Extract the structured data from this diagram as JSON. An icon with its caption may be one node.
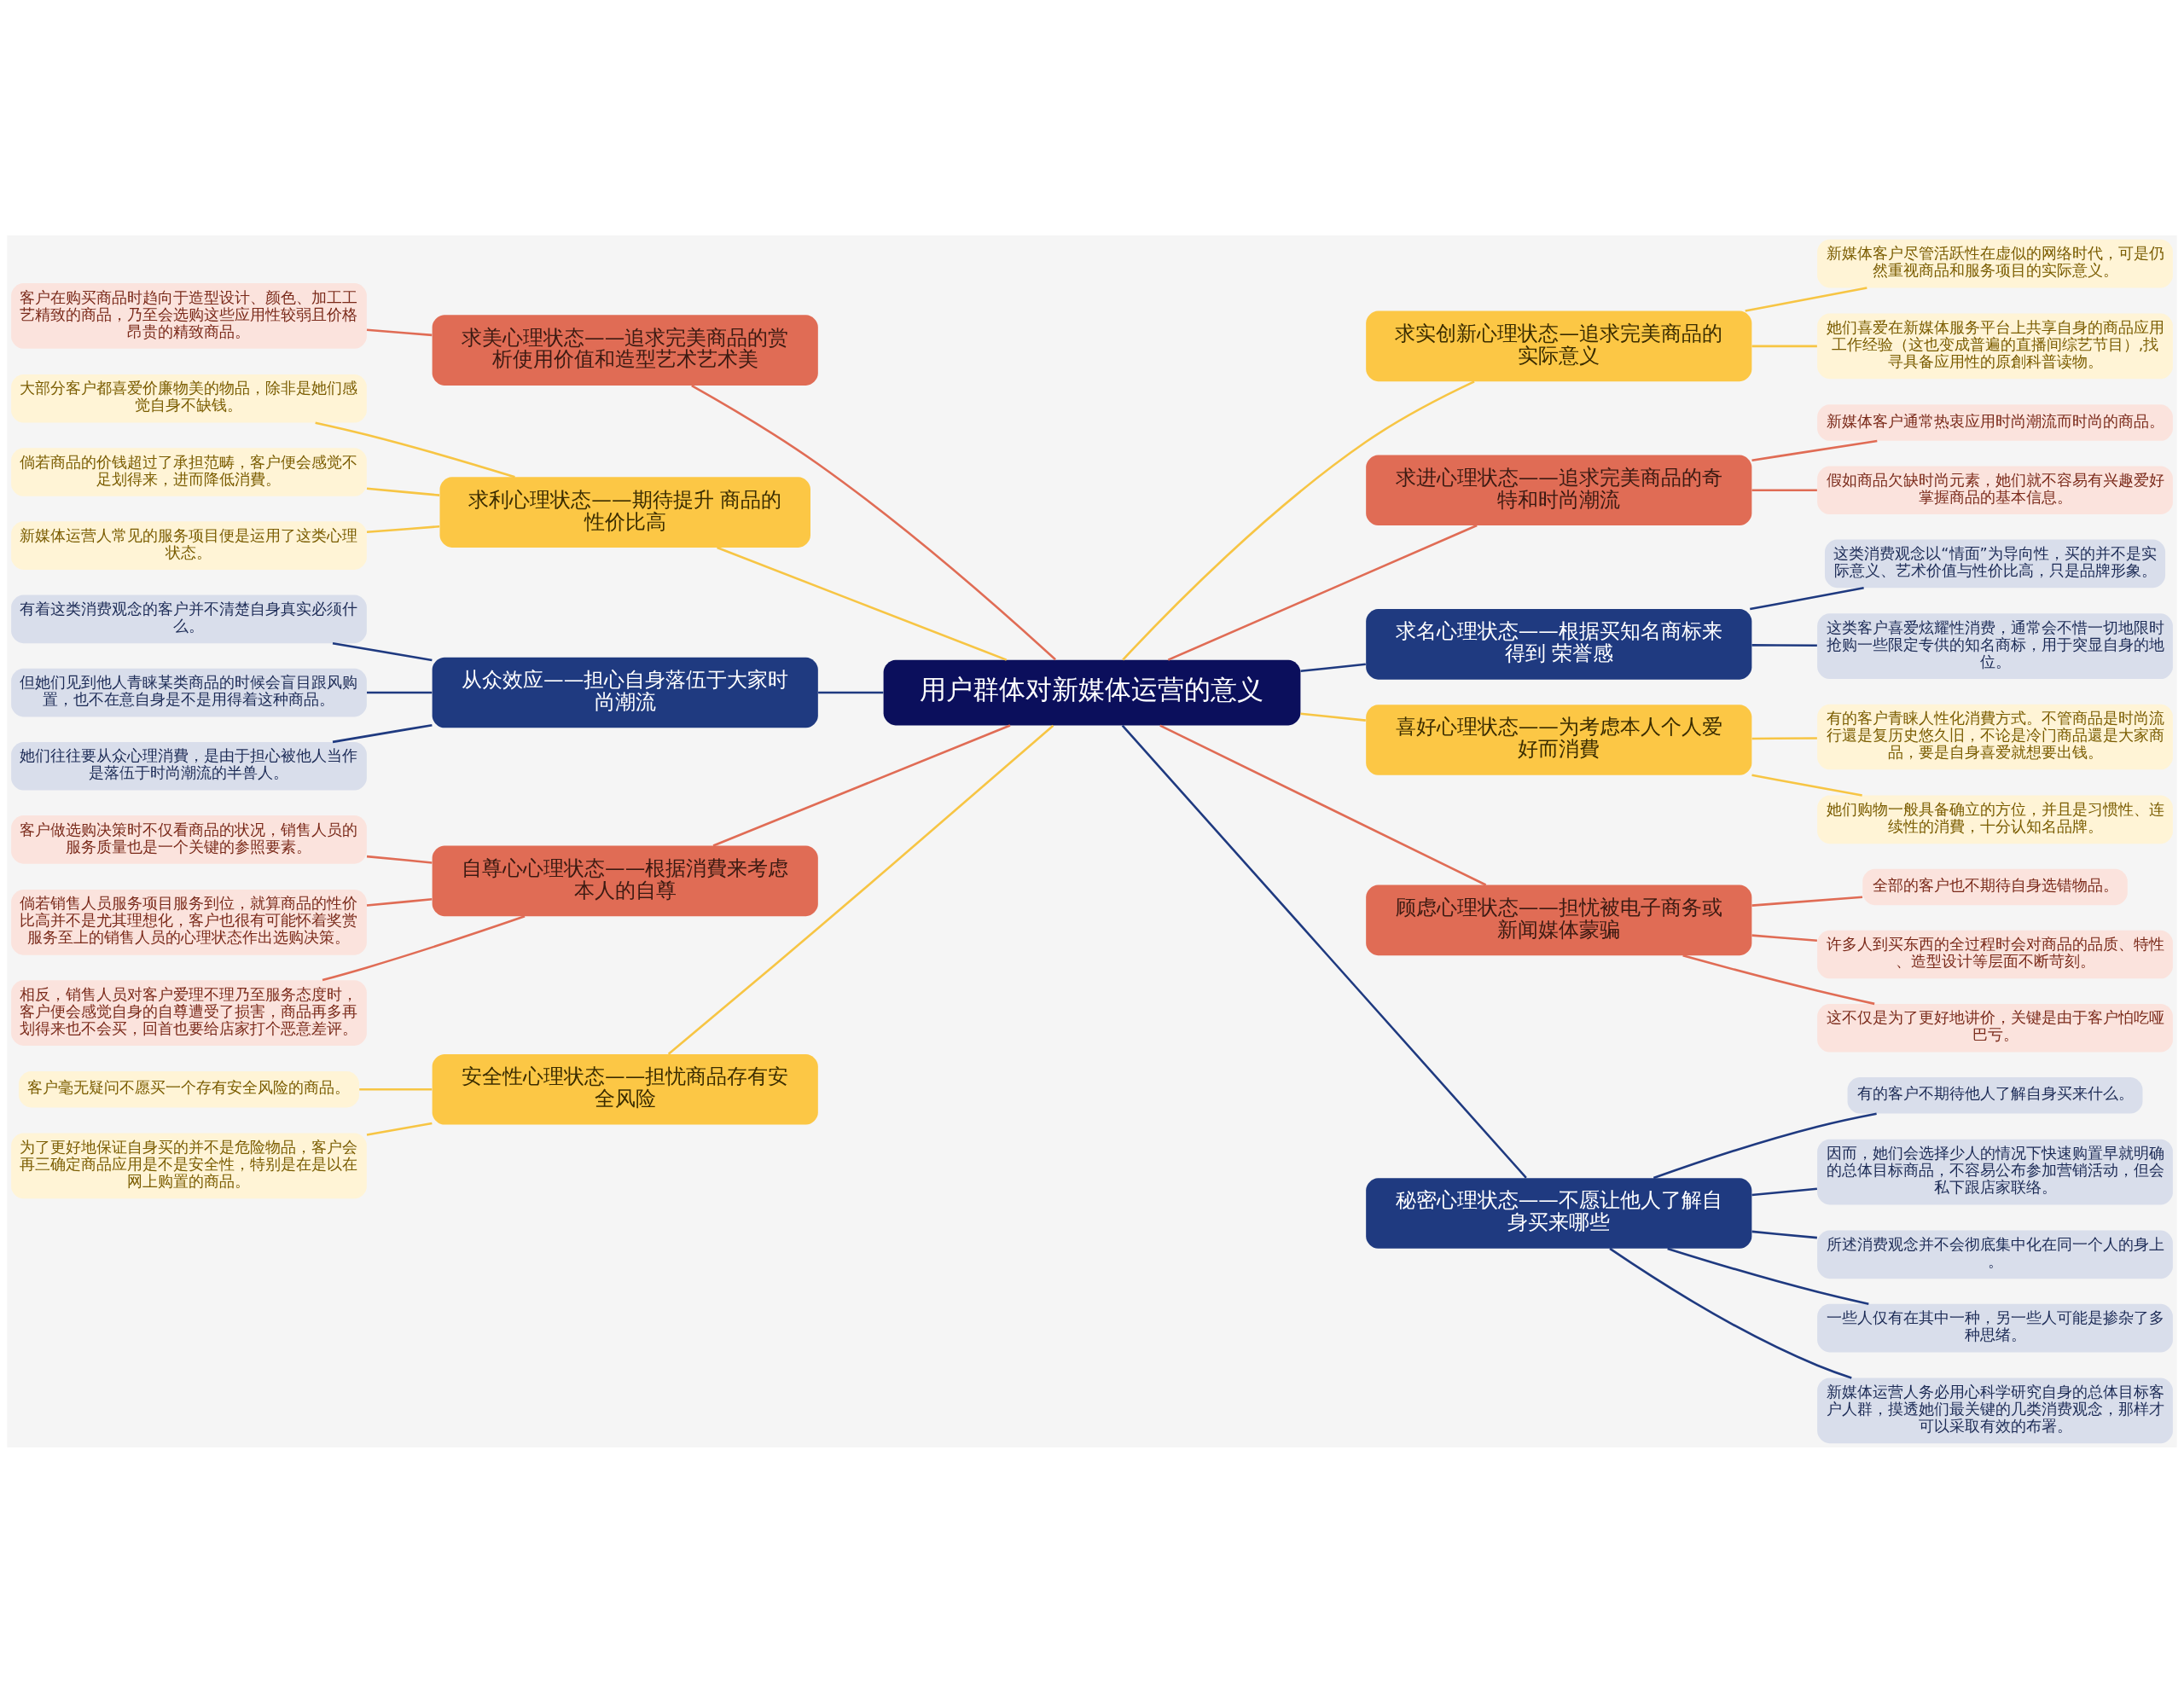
{
  "diagram": {
    "nodes": [
      {
        "text": [
          "用户群体对新媒体运营的意义"
        ]
      },
      {
        "text": [
          "求美心理状态——追求完美商品的赏析使用价值和造型艺术艺术美"
        ]
      },
      {
        "text": [
          "客户在购买商品时趋向于造型设计、颜色、加工工艺精致的商品，乃至会选购这些应用性较弱且价格昂贵的精致商品。"
        ]
      },
      {
        "text": [
          "求利心理状态——期待提升 商品的性价比高"
        ]
      },
      {
        "text": [
          "大部分客户都喜爱价廉物美的物品，除非是她们感觉自身不缺钱。"
        ]
      },
      {
        "text": [
          "倘若商品的价钱超过了承担范畴，客户便会感觉不足划得来，进而降低消費。"
        ]
      },
      {
        "text": [
          "新媒体运营人常见的服务项目便是运用了这类心理状态。"
        ]
      },
      {
        "text": [
          "从众效应——担心自身落伍于大家时尚潮流"
        ]
      },
      {
        "text": [
          "有着这类消费观念的客户并不清楚自身真实必须什么。"
        ]
      },
      {
        "text": [
          "但她们见到他人青睐某类商品的时候会盲目跟风购置，也不在意自身是不是用得着这种商品。"
        ]
      },
      {
        "text": [
          "她们往往要从众心理消費，是由于担心被他人当作是落伍于时尚潮流的半兽人。"
        ]
      },
      {
        "text": [
          "自尊心心理状态——根据消費来考虑本人的自尊"
        ]
      },
      {
        "text": [
          "客户做选购决策时不仅看商品的状况，销售人员的服务质量也是一个关键的参照要素。"
        ]
      },
      {
        "text": [
          "倘若销售人员服务项目服务到位，就算商品的性价比高并不是尤其理想化，客户也很有可能怀着奖赏服务至上的销售人员的心理状态作出选购决策。"
        ]
      },
      {
        "text": [
          "相反，销售人员对客户爱理不理乃至服务态度时，客户便会感觉自身的自尊遭受了损害，商品再多再划得来也不会买，回首也要给店家打个恶意差评。"
        ]
      },
      {
        "text": [
          "安全性心理状态——担忧商品存有安全风险"
        ]
      },
      {
        "text": [
          "客户毫无疑问不愿买一个存有安全风险的商品。"
        ]
      },
      {
        "text": [
          "为了更好地保证自身买的并不是危险物品，客户会再三确定商品应用是不是安全性，特别是在是以在网上购置的商品。"
        ]
      },
      {
        "text": [
          "求实创新心理状态—追求完美商品的实际意义"
        ]
      },
      {
        "text": [
          "新媒体客户尽管活跃性在虚似的网络时代，可是仍然重视商品和服务项目的实际意义。"
        ]
      },
      {
        "text": [
          "她们喜爱在新媒体服务平台上共享自身的商品应用工作经验（这也变成普遍的直播间综艺节目）,找寻具备应用性的原創科普读物。"
        ]
      },
      {
        "text": [
          "求进心理状态——追求完美商品的奇特和时尚潮流"
        ]
      },
      {
        "text": [
          "新媒体客户通常热衷应用时尚潮流而时尚的商品。"
        ]
      },
      {
        "text": [
          "假如商品欠缺时尚元素，她们就不容易有兴趣爱好掌握商品的基本信息。"
        ]
      },
      {
        "text": [
          "求名心理状态——根据买知名商标来得到 荣誉感"
        ]
      },
      {
        "text": [
          "这类消费观念以“情面”为导向性，买的并不是实际意义、艺术价值与性价比高，只是品牌形象。"
        ]
      },
      {
        "text": [
          "这类客户喜爱炫耀性消费，通常会不惜一切地限时抢购一些限定专供的知名商标，用于突显自身的地位。"
        ]
      },
      {
        "text": [
          "喜好心理状态——为考虑本人个人爱好而消費"
        ]
      },
      {
        "text": [
          "有的客户青睐人性化消費方式。不管商品是时尚流行還是复历史悠久旧，不论是冷门商品還是大家商品，要是自身喜爱就想要出钱。"
        ]
      },
      {
        "text": [
          "她们购物一般具备确立的方位，并且是习惯性、连续性的消費，十分认知名品牌。"
        ]
      },
      {
        "text": [
          "顾虑心理状态——担忧被电子商务或新闻媒体蒙骗"
        ]
      },
      {
        "text": [
          "全部的客户也不期待自身选错物品。"
        ]
      },
      {
        "text": [
          "许多人到买东西的全过程时会对商品的品质、特性、造型设计等层面不断苛刻。"
        ]
      },
      {
        "text": [
          "这不仅是为了更好地讲价，关键是由于客户怕吃哑巴亏。"
        ]
      },
      {
        "text": [
          "秘密心理状态——不愿让他人了解自身买来哪些"
        ]
      },
      {
        "text": [
          "有的客户不期待他人了解自身买来什么。"
        ]
      },
      {
        "text": [
          "因而，她们会选择少人的情况下快速购置早就明确的总体目标商品，不容易公布参加营销活动，但会私下跟店家联络。"
        ]
      },
      {
        "text": [
          "所述消费观念并不会彻底集中化在同一个人的身上。"
        ]
      },
      {
        "text": [
          "一些人仅有在其中一种，另一些人可能是掺杂了多种思绪。"
        ]
      },
      {
        "text": [
          "新媒体运营人务必用心科学研究自身的总体目标客户人群，摸透她们最关键的几类消费观念，那样才可以采取有效的布署。"
        ]
      }
    ],
    "edges": [
      {
        "from": 2,
        "to": 1,
        "arrow": "none",
        "color": "#e06c55"
      },
      {
        "from": 1,
        "to": 0,
        "arrow": "none",
        "color": "#e06c55"
      },
      {
        "from": 4,
        "to": 3,
        "arrow": "none",
        "color": "#f7c544"
      },
      {
        "from": 5,
        "to": 3,
        "arrow": "none",
        "color": "#f7c544"
      },
      {
        "from": 6,
        "to": 3,
        "arrow": "none",
        "color": "#f7c544"
      },
      {
        "from": 3,
        "to": 0,
        "arrow": "none",
        "color": "#f7c544"
      },
      {
        "from": 8,
        "to": 7,
        "arrow": "none",
        "color": "#1f3a80"
      },
      {
        "from": 9,
        "to": 7,
        "arrow": "none",
        "color": "#1f3a80"
      },
      {
        "from": 10,
        "to": 7,
        "arrow": "none",
        "color": "#1f3a80"
      },
      {
        "from": 7,
        "to": 0,
        "arrow": "none",
        "color": "#1f3a80"
      },
      {
        "from": 12,
        "to": 11,
        "arrow": "none",
        "color": "#e06c55"
      },
      {
        "from": 13,
        "to": 11,
        "arrow": "none",
        "color": "#e06c55"
      },
      {
        "from": 14,
        "to": 11,
        "arrow": "none",
        "color": "#e06c55"
      },
      {
        "from": 11,
        "to": 0,
        "arrow": "none",
        "color": "#e06c55"
      },
      {
        "from": 16,
        "to": 15,
        "arrow": "none",
        "color": "#f7c544"
      },
      {
        "from": 17,
        "to": 15,
        "arrow": "none",
        "color": "#f7c544"
      },
      {
        "from": 15,
        "to": 0,
        "arrow": "none",
        "color": "#f7c544"
      },
      {
        "from": 0,
        "to": 18,
        "arrow": "none",
        "color": "#f7c544"
      },
      {
        "from": 18,
        "to": 19,
        "arrow": "none",
        "color": "#f7c544"
      },
      {
        "from": 18,
        "to": 20,
        "arrow": "none",
        "color": "#f7c544"
      },
      {
        "from": 0,
        "to": 21,
        "arrow": "none",
        "color": "#e06c55"
      },
      {
        "from": 21,
        "to": 22,
        "arrow": "none",
        "color": "#e06c55"
      },
      {
        "from": 21,
        "to": 23,
        "arrow": "none",
        "color": "#e06c55"
      },
      {
        "from": 0,
        "to": 24,
        "arrow": "none",
        "color": "#1f3a80"
      },
      {
        "from": 24,
        "to": 25,
        "arrow": "none",
        "color": "#1f3a80"
      },
      {
        "from": 24,
        "to": 26,
        "arrow": "none",
        "color": "#1f3a80"
      },
      {
        "from": 0,
        "to": 27,
        "arrow": "none",
        "color": "#f7c544"
      },
      {
        "from": 27,
        "to": 28,
        "arrow": "none",
        "color": "#f7c544"
      },
      {
        "from": 27,
        "to": 29,
        "arrow": "none",
        "color": "#f7c544"
      },
      {
        "from": 0,
        "to": 30,
        "arrow": "none",
        "color": "#e06c55"
      },
      {
        "from": 30,
        "to": 31,
        "arrow": "none",
        "color": "#e06c55"
      },
      {
        "from": 30,
        "to": 32,
        "arrow": "none",
        "color": "#e06c55"
      },
      {
        "from": 30,
        "to": 33,
        "arrow": "none",
        "color": "#e06c55"
      },
      {
        "from": 0,
        "to": 34,
        "arrow": "none",
        "color": "#1f3a80"
      },
      {
        "from": 34,
        "to": 35,
        "arrow": "none",
        "color": "#1f3a80"
      },
      {
        "from": 34,
        "to": 36,
        "arrow": "none",
        "color": "#1f3a80"
      },
      {
        "from": 34,
        "to": 37,
        "arrow": "none",
        "color": "#1f3a80"
      },
      {
        "from": 34,
        "to": 38,
        "arrow": "none",
        "color": "#1f3a80"
      },
      {
        "from": 34,
        "to": 39,
        "arrow": "none",
        "color": "#1f3a80"
      }
    ]
  }
}
